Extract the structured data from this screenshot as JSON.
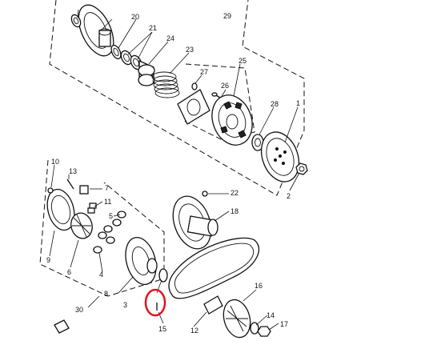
{
  "labels": {
    "p1": "1",
    "p2": "2",
    "p3": "3",
    "p4": "4",
    "p5": "5",
    "p6": "6",
    "p7": "7",
    "p8": "8",
    "p9": "9",
    "p10": "10",
    "p11": "11",
    "p12": "12",
    "p13": "13",
    "p14": "14",
    "p15": "15",
    "p16": "16",
    "p17": "17",
    "p18": "18",
    "p20": "20",
    "p21": "21",
    "p22": "22",
    "p23": "23",
    "p24": "24",
    "p25": "25",
    "p26": "26",
    "p27": "27",
    "p28": "28",
    "p29": "29",
    "p30": "30"
  },
  "highlight": {
    "color": "#e0141e"
  }
}
